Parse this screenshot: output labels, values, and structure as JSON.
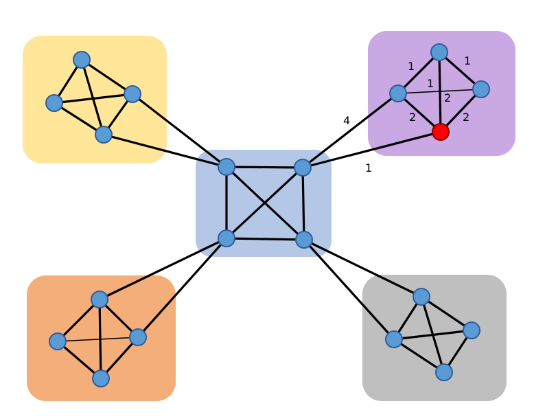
{
  "colors": {
    "cluster_yellow": "#ffe699",
    "cluster_purple": "#c9a8e4",
    "cluster_blue": "#b4c7e7",
    "cluster_orange": "#f4ae7a",
    "cluster_gray": "#bfbfbf",
    "node": "#5b9bd5",
    "node_highlight": "#ff0000",
    "edge": "#000000"
  },
  "weights": {
    "bridge_upper": "4",
    "bridge_lower": "1",
    "purple_top_left": "1",
    "purple_top_right": "1",
    "purple_cross": "1",
    "purple_vertical": "2",
    "purple_bottom_left": "2",
    "purple_bottom_right": "2"
  }
}
